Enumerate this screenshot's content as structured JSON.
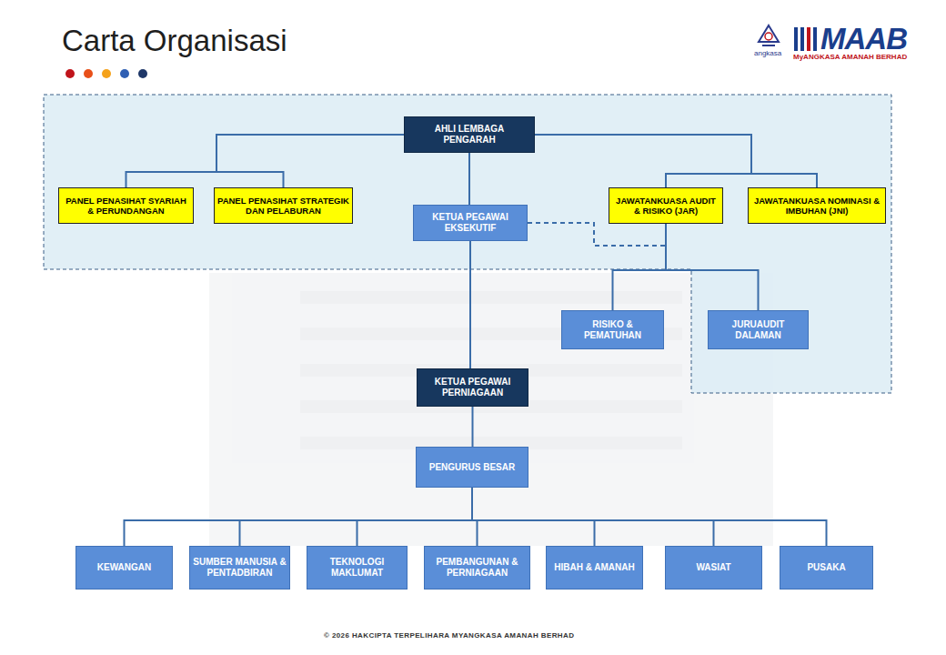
{
  "diagram": {
    "title": "Carta Organisasi",
    "nodes": [
      {
        "text": [
          "AHLI LEMBAGA PENGARAH"
        ]
      },
      {
        "text": [
          "PANEL PENASIHAT SYARIAH & PERUNDANGAN"
        ]
      },
      {
        "text": [
          "PANEL PENASIHAT STRATEGIK DAN PELABURAN"
        ]
      },
      {
        "text": [
          "KETUA PEGAWAI EKSEKUTIF"
        ]
      },
      {
        "text": [
          "JAWATANKUASA AUDIT & RISIKO (JAR)"
        ]
      },
      {
        "text": [
          "JAWATANKUASA NOMINASI & IMBUHAN (JNI)"
        ]
      },
      {
        "text": [
          "RISIKO & PEMATUHAN"
        ]
      },
      {
        "text": [
          "JURUAUDIT DALAMAN"
        ]
      },
      {
        "text": [
          "KETUA PEGAWAI PERNIAGAAN"
        ]
      },
      {
        "text": [
          "PENGURUS BESAR"
        ]
      },
      {
        "text": [
          "KEWANGAN"
        ]
      },
      {
        "text": [
          "SUMBER MANUSIA & PENTADBIRAN"
        ]
      },
      {
        "text": [
          "TEKNOLOGI MAKLUMAT"
        ]
      },
      {
        "text": [
          "PEMBANGUNAN & PERNIAGAAN"
        ]
      },
      {
        "text": [
          "HIBAH & AMANAH"
        ]
      },
      {
        "text": [
          "WASIAT"
        ]
      },
      {
        "text": [
          "PUSAKA"
        ]
      }
    ],
    "edges": [
      {
        "from": 0,
        "to": 1,
        "arrow": "none"
      },
      {
        "from": 0,
        "to": 2,
        "arrow": "none"
      },
      {
        "from": 0,
        "to": 3,
        "arrow": "none"
      },
      {
        "from": 0,
        "to": 4,
        "arrow": "none"
      },
      {
        "from": 0,
        "to": 5,
        "arrow": "none"
      },
      {
        "from": 3,
        "to": 4,
        "arrow": "none"
      },
      {
        "from": 4,
        "to": 6,
        "arrow": "none"
      },
      {
        "from": 4,
        "to": 7,
        "arrow": "none"
      },
      {
        "from": 3,
        "to": 8,
        "arrow": "none"
      },
      {
        "from": 8,
        "to": 9,
        "arrow": "none"
      },
      {
        "from": 9,
        "to": 10,
        "arrow": "none"
      },
      {
        "from": 9,
        "to": 11,
        "arrow": "none"
      },
      {
        "from": 9,
        "to": 12,
        "arrow": "none"
      },
      {
        "from": 9,
        "to": 13,
        "arrow": "none"
      },
      {
        "from": 9,
        "to": 14,
        "arrow": "none"
      },
      {
        "from": 9,
        "to": 15,
        "arrow": "none"
      },
      {
        "from": 9,
        "to": 16,
        "arrow": "none"
      }
    ],
    "labels": [
      "angkasa",
      "MAAB",
      "MyANGKASA AMANAH BERHAD",
      "© 2026 HAKCIPTA TERPELIHARA MYANGKASA AMANAH BERHAD"
    ]
  }
}
